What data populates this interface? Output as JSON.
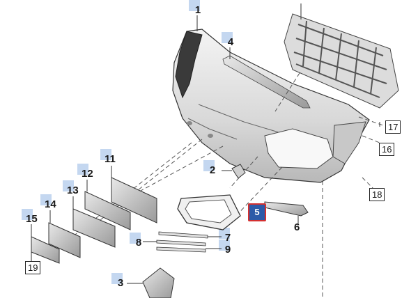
{
  "diagram": {
    "accent_tag_color": "#c4d7f0",
    "selected_fill": "#2c5aa8",
    "selected_border": "#d43030",
    "selected_part": "5",
    "callouts": [
      {
        "id": "1",
        "label": "1",
        "style": "tag"
      },
      {
        "id": "2",
        "label": "2",
        "style": "tag"
      },
      {
        "id": "3",
        "label": "3",
        "style": "tag"
      },
      {
        "id": "4",
        "label": "4",
        "style": "tag"
      },
      {
        "id": "5",
        "label": "5",
        "style": "selected"
      },
      {
        "id": "6",
        "label": "6",
        "style": "plain"
      },
      {
        "id": "7",
        "label": "7",
        "style": "tag"
      },
      {
        "id": "8",
        "label": "8",
        "style": "tag"
      },
      {
        "id": "9",
        "label": "9",
        "style": "tag"
      },
      {
        "id": "11",
        "label": "11",
        "style": "tag"
      },
      {
        "id": "12",
        "label": "12",
        "style": "tag"
      },
      {
        "id": "13",
        "label": "13",
        "style": "tag"
      },
      {
        "id": "14",
        "label": "14",
        "style": "tag"
      },
      {
        "id": "15",
        "label": "15",
        "style": "tag"
      },
      {
        "id": "16",
        "label": "16",
        "style": "boxed"
      },
      {
        "id": "17",
        "label": "17",
        "style": "boxed"
      },
      {
        "id": "18",
        "label": "18",
        "style": "boxed"
      },
      {
        "id": "19",
        "label": "19",
        "style": "boxed"
      }
    ]
  }
}
